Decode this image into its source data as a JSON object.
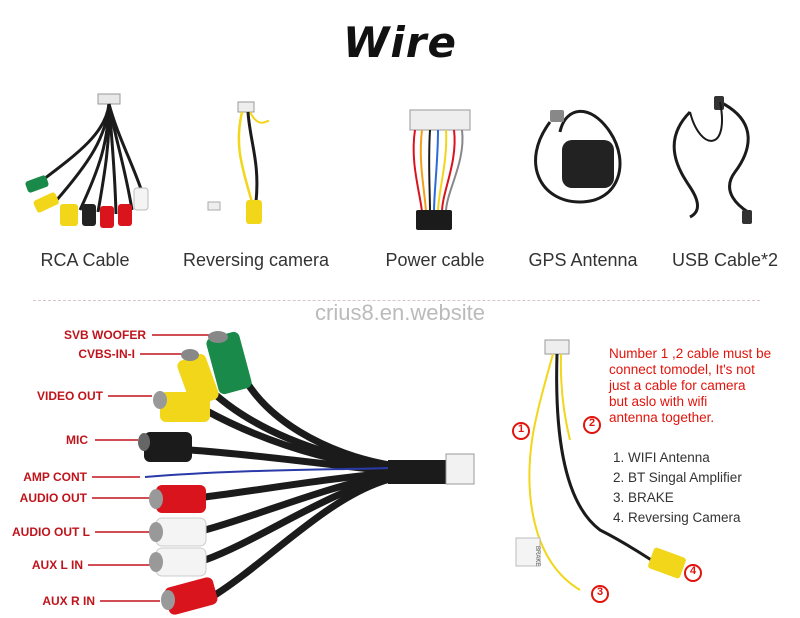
{
  "title": "Wire",
  "products": [
    {
      "label": "RCA Cable",
      "icon": "rca-cable-icon"
    },
    {
      "label": "Reversing  camera",
      "icon": "reversing-camera-cable-icon"
    },
    {
      "label": "Power cable",
      "icon": "power-cable-icon"
    },
    {
      "label": "GPS Antenna",
      "icon": "gps-antenna-icon"
    },
    {
      "label": "USB Cable*2",
      "icon": "usb-cable-icon"
    }
  ],
  "watermark": "crius8.en.website",
  "rca_wire_labels": [
    "SVB WOOFER",
    "CVBS-IN-I",
    "VIDEO OUT",
    "MIC",
    "AMP CONT",
    "AUDIO OUT",
    "AUDIO OUT L",
    "AUX L IN",
    "AUX R IN"
  ],
  "camera_cable": {
    "markers": [
      "1",
      "2",
      "3",
      "4"
    ],
    "tag_text": "BRAKE",
    "note_lines": [
      "Number 1 ,2 cable must be",
      "connect tomodel, It's not",
      "just a cable for camera",
      "but aslo with wifi",
      "antenna together."
    ],
    "legend": [
      "1. WIFI Antenna",
      "2. BT Singal Amplifier",
      "3. BRAKE",
      "4. Reversing Camera"
    ]
  },
  "colors": {
    "label_red": "#c0141c",
    "note_red": "#e0140c",
    "rca_yellow": "#f2d61a",
    "rca_green": "#1a8a4a",
    "rca_red": "#d9141c",
    "rca_white": "#f4f4f4",
    "cable_black": "#1b1b1b"
  }
}
